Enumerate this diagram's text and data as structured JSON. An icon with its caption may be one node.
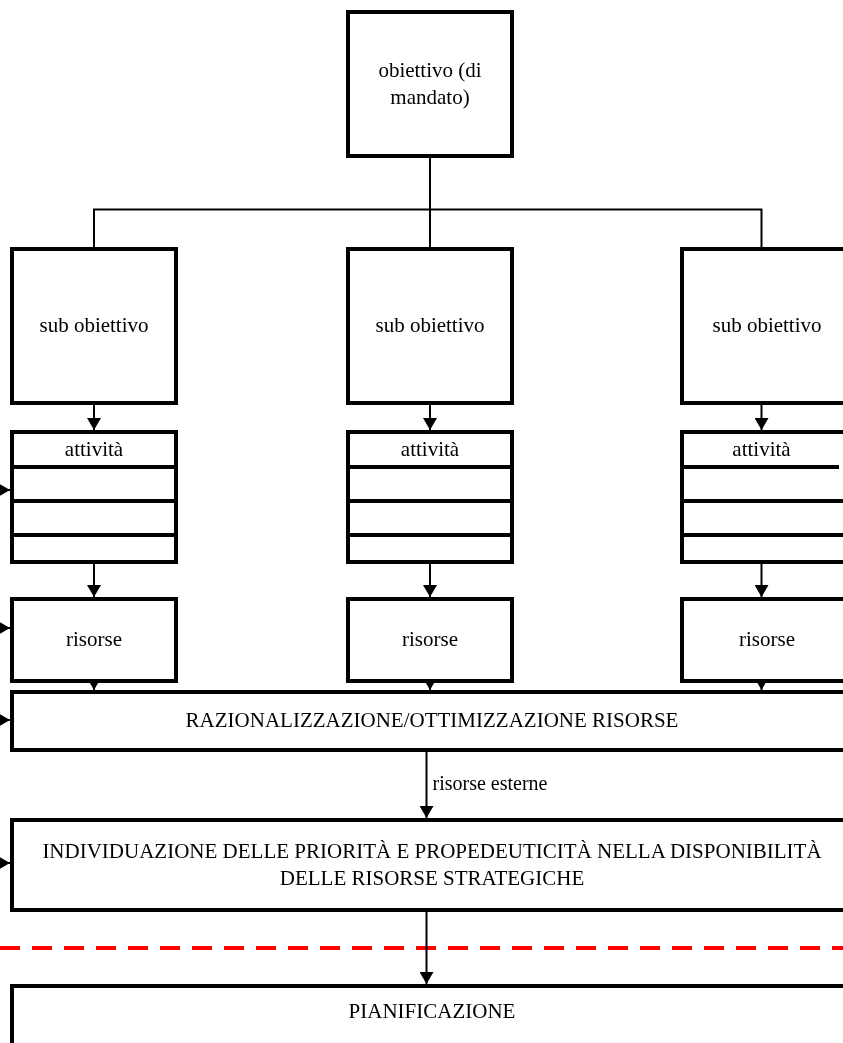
{
  "diagram": {
    "nodes": [
      {
        "text": [
          "obiettivo (di mandato)"
        ]
      },
      {
        "text": [
          "sub obiettivo"
        ]
      },
      {
        "text": [
          "sub obiettivo"
        ]
      },
      {
        "text": [
          "sub obiettivo"
        ]
      },
      {
        "text": [
          "attività"
        ]
      },
      {
        "text": [
          "attività"
        ]
      },
      {
        "text": [
          "attività"
        ]
      },
      {
        "text": [
          "risorse"
        ]
      },
      {
        "text": [
          "risorse"
        ]
      },
      {
        "text": [
          "risorse"
        ]
      },
      {
        "text": [
          "RAZIONALIZZAZIONE/OTTIMIZZAZIONE RISORSE"
        ]
      },
      {
        "text": [
          "INDIVIDUAZIONE DELLE PRIORITÀ E PROPEDEUTICITÀ NELLA DISPONIBILITÀ DELLE RISORSE STRATEGICHE"
        ]
      },
      {
        "text": [
          "PIANIFICAZIONE"
        ]
      }
    ],
    "edges": [
      {
        "from": 0,
        "to": 1,
        "arrow": "none"
      },
      {
        "from": 0,
        "to": 2,
        "arrow": "none"
      },
      {
        "from": 0,
        "to": 3,
        "arrow": "none"
      },
      {
        "from": 1,
        "to": 4,
        "arrow": "to"
      },
      {
        "from": 2,
        "to": 5,
        "arrow": "to"
      },
      {
        "from": 3,
        "to": 6,
        "arrow": "to"
      },
      {
        "from": 4,
        "to": 7,
        "arrow": "to"
      },
      {
        "from": 5,
        "to": 8,
        "arrow": "to"
      },
      {
        "from": 6,
        "to": 9,
        "arrow": "to"
      },
      {
        "from": 7,
        "to": 10,
        "arrow": "to"
      },
      {
        "from": 8,
        "to": 10,
        "arrow": "to"
      },
      {
        "from": 9,
        "to": 10,
        "arrow": "to"
      },
      {
        "from": 10,
        "to": 11,
        "label": "risorse esterne",
        "arrow": "to"
      },
      {
        "from": 11,
        "to": 12,
        "arrow": "to"
      },
      {
        "from": null,
        "to": 4,
        "arrow": "to"
      },
      {
        "from": null,
        "to": 7,
        "arrow": "to"
      },
      {
        "from": null,
        "to": 10,
        "arrow": "to"
      },
      {
        "from": null,
        "to": 11,
        "arrow": "to"
      }
    ]
  }
}
